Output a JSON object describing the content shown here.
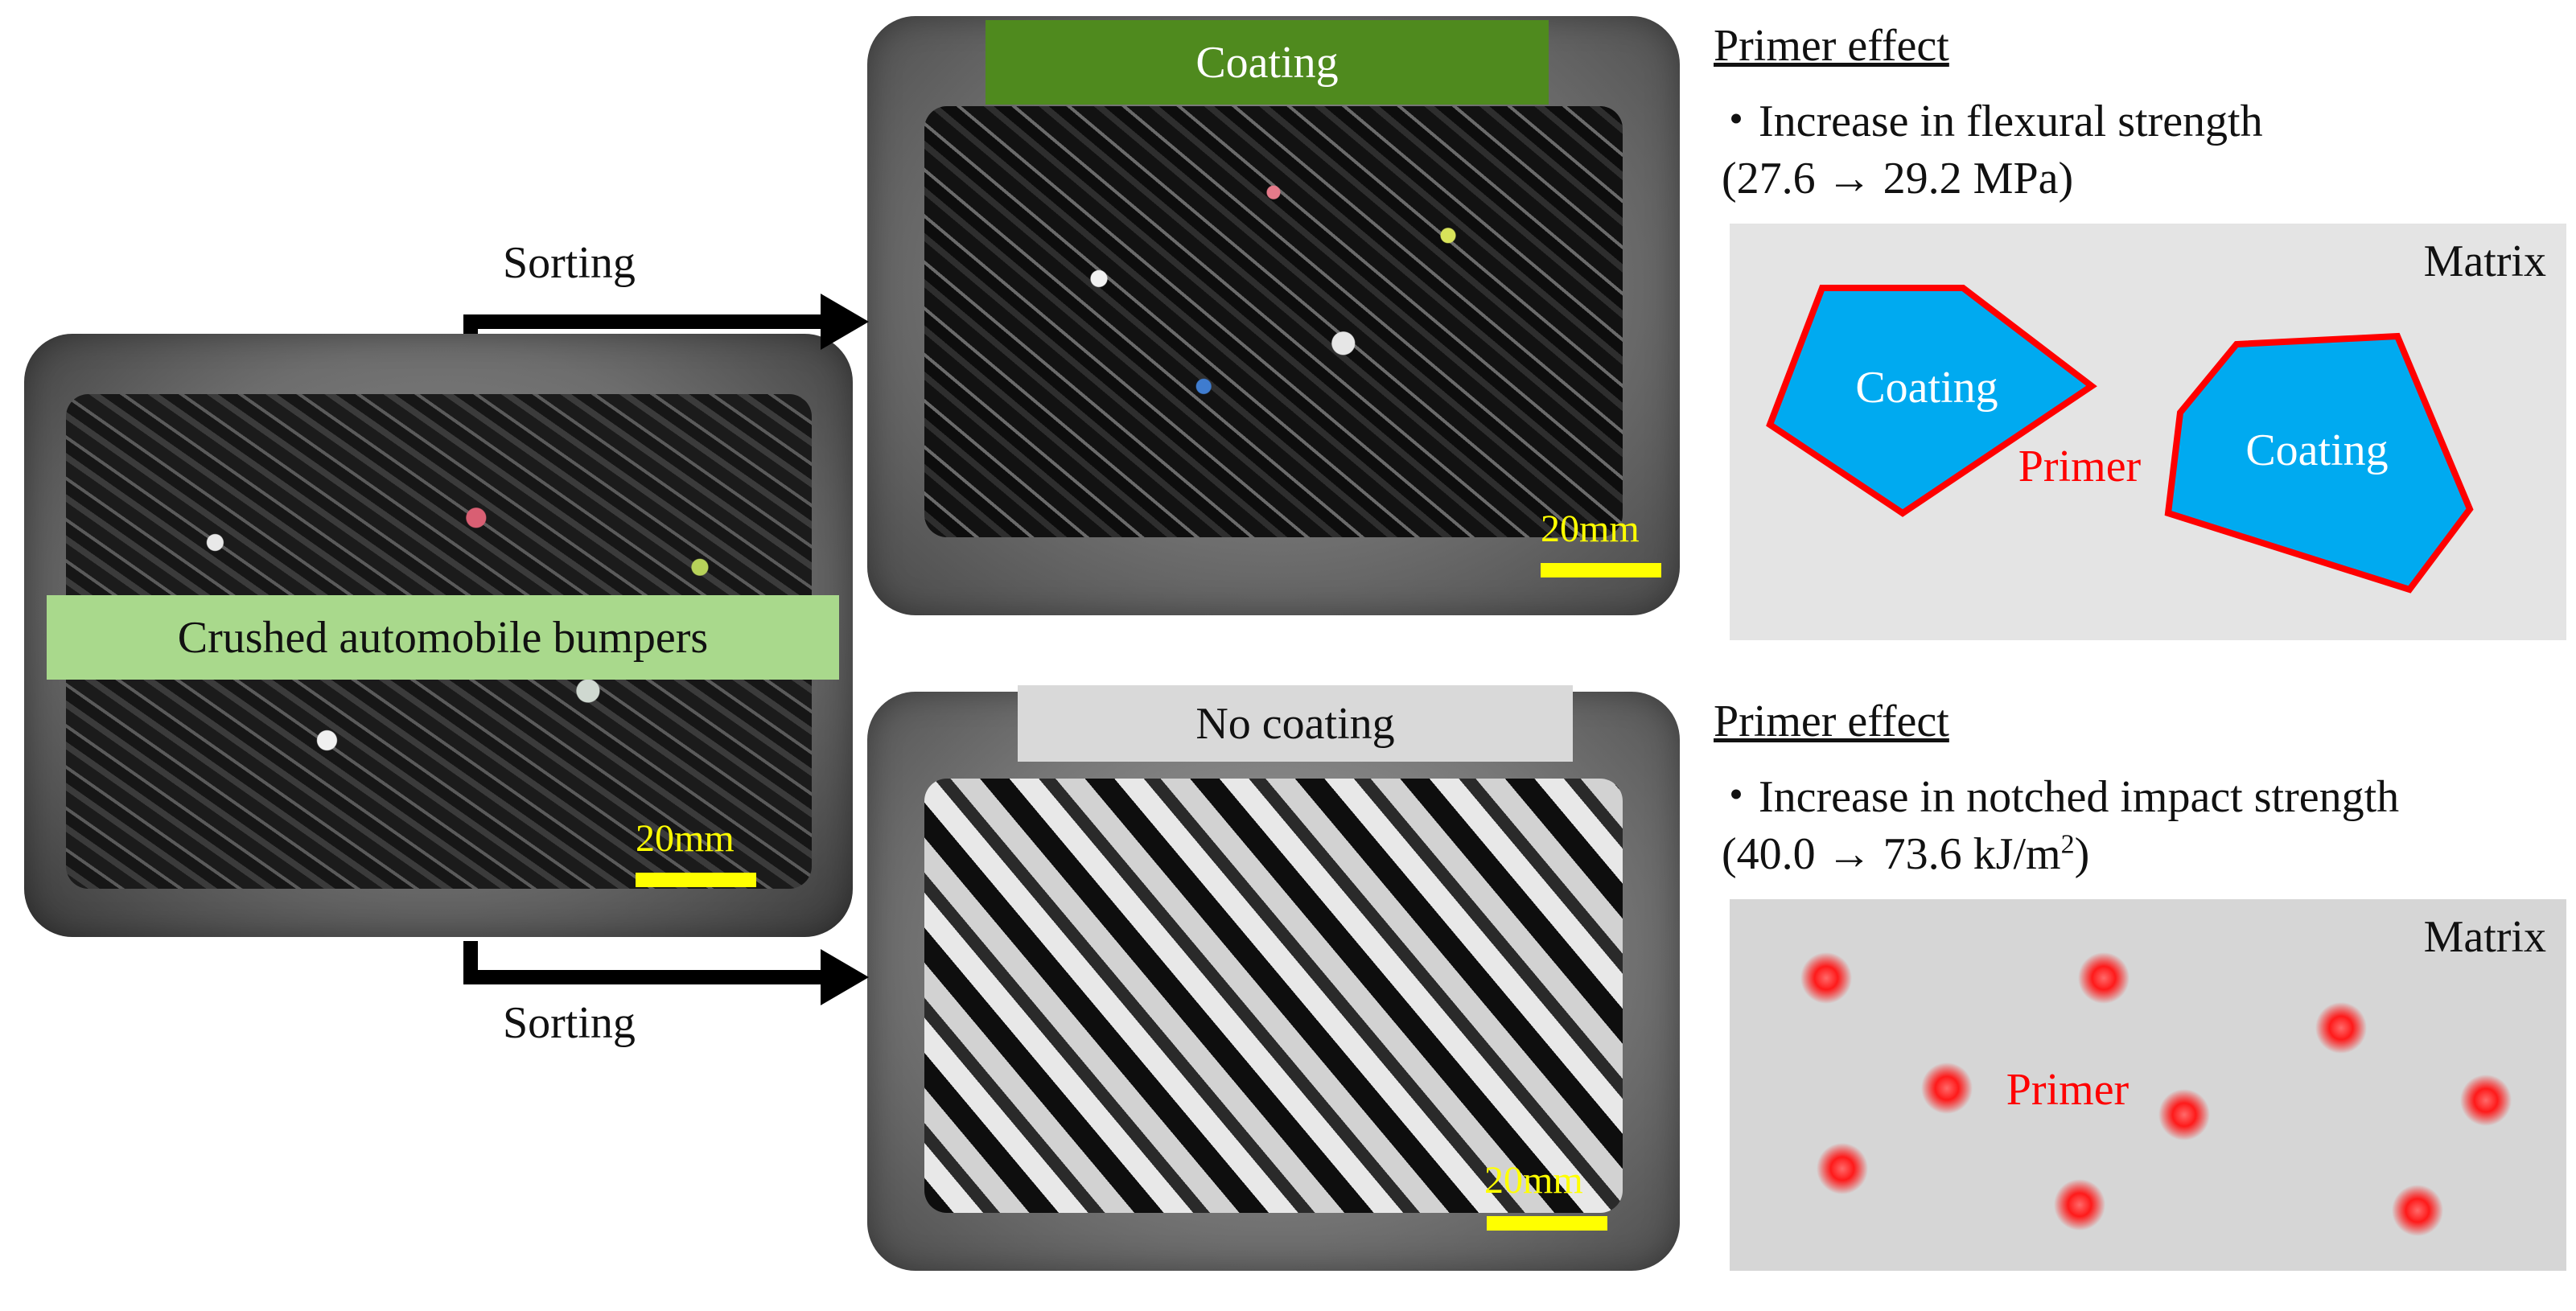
{
  "photos": {
    "crushed": {
      "label": "Crushed automobile bumpers",
      "scale": "20mm"
    },
    "coating": {
      "label": "Coating",
      "scale": "20mm"
    },
    "no_coating": {
      "label": "No coating",
      "scale": "20mm"
    }
  },
  "arrows": {
    "top_label": "Sorting",
    "bottom_label": "Sorting"
  },
  "top_panel": {
    "title": "Primer effect",
    "line1": "・Increase in flexural strength",
    "line2": "(27.6 → 29.2 MPa)",
    "diagram": {
      "matrix": "Matrix",
      "particle1": "Coating",
      "particle2": "Coating",
      "primer": "Primer"
    }
  },
  "bottom_panel": {
    "title": "Primer effect",
    "line1": "・Increase in notched impact strength",
    "line2_prefix": "(40.0 → 73.6 kJ/m",
    "line2_sup": "2",
    "line2_suffix": ")",
    "diagram": {
      "matrix": "Matrix",
      "primer": "Primer"
    }
  },
  "colors": {
    "coating_label": "#4f8a1e",
    "crushed_label": "#a9d98c",
    "no_coating_label": "#d9d9d9",
    "particle_fill": "#00aaf0",
    "primer": "#ff0000",
    "matrix_bg": "#e4e4e4",
    "scale": "#ffff00"
  }
}
